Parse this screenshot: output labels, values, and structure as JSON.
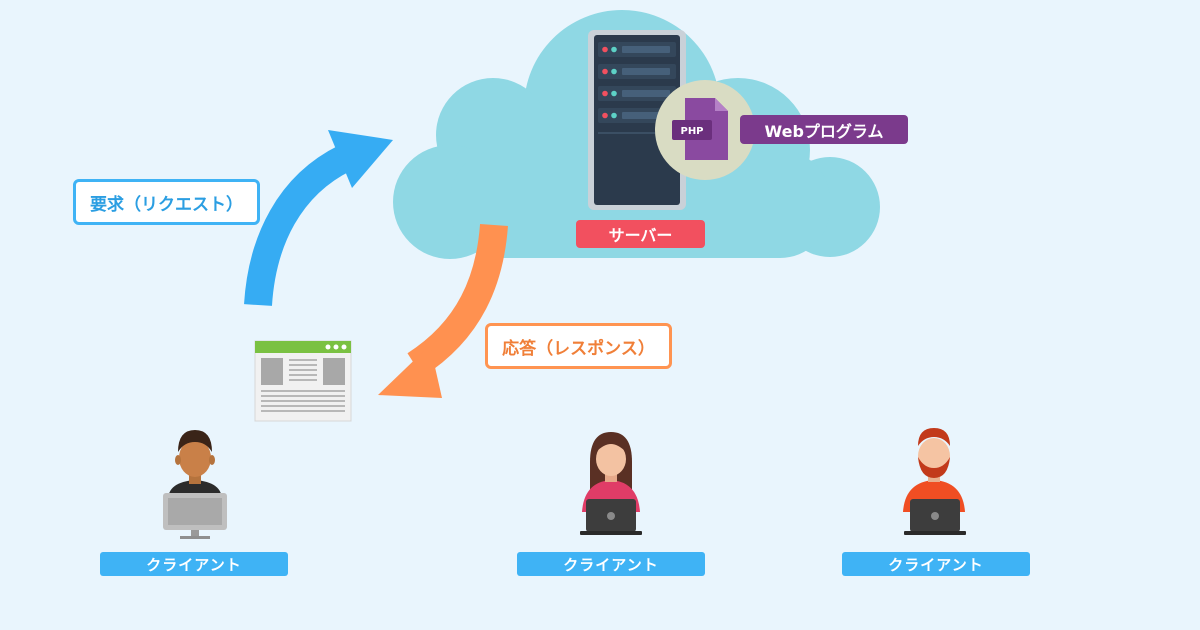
{
  "labels": {
    "request": "要求（リクエスト）",
    "response": "応答（レスポンス）",
    "server": "サーバー",
    "web_program": "Webプログラム",
    "php_badge": "PHP"
  },
  "clients": [
    {
      "label": "クライアント"
    },
    {
      "label": "クライアント"
    },
    {
      "label": "クライアント"
    }
  ],
  "colors": {
    "background": "#e9f5fd",
    "cloud": "#8fd8e4",
    "request_arrow": "#36acf3",
    "response_arrow": "#ff9150",
    "server_label": "#f2505f",
    "web_program_label": "#7b3a8c",
    "client_label": "#3fb3f5"
  }
}
